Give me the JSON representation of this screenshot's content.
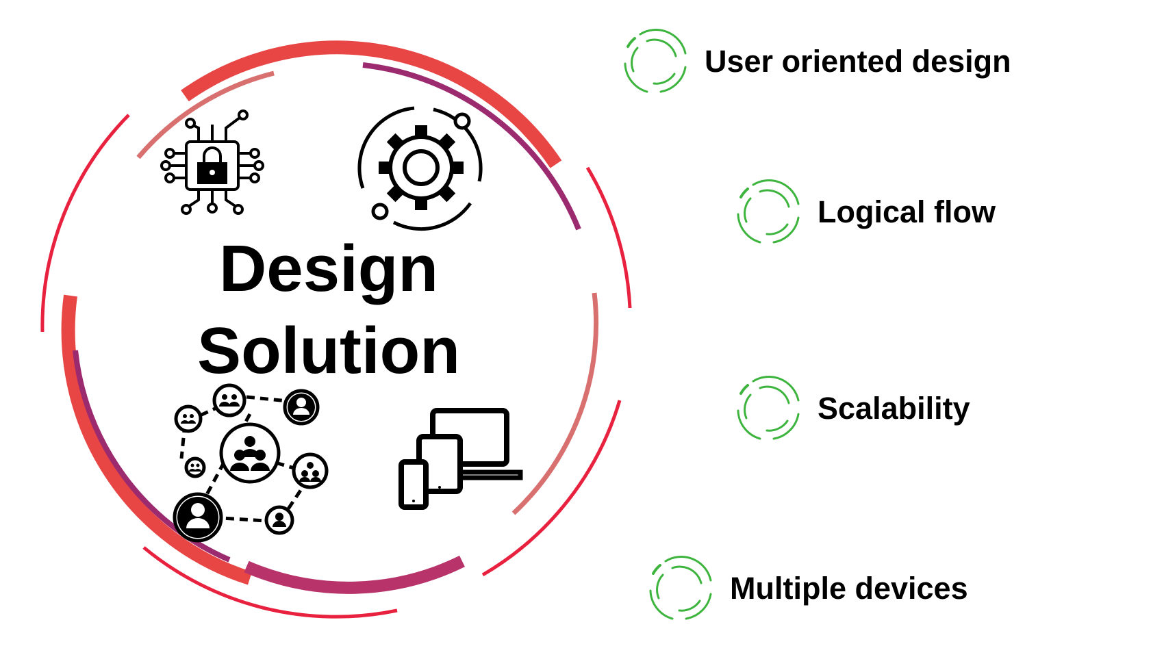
{
  "center": {
    "title_line1": "Design",
    "title_line2": "Solution"
  },
  "features": [
    {
      "label": "User oriented design",
      "icon": "green-ring-icon"
    },
    {
      "label": "Logical flow",
      "icon": "green-ring-icon"
    },
    {
      "label": "Scalability",
      "icon": "green-ring-icon"
    },
    {
      "label": "Multiple devices",
      "icon": "green-ring-icon"
    }
  ],
  "icons": [
    "circuit-lock-icon",
    "gear-orbit-icon",
    "people-network-icon",
    "multi-device-icon"
  ],
  "colors": {
    "ring_red": "#e8213f",
    "ring_coral": "#e84545",
    "ring_purple": "#9b2a6e",
    "ring_salmon": "#d97070",
    "accent_green": "#3db43d",
    "text": "#000000"
  }
}
